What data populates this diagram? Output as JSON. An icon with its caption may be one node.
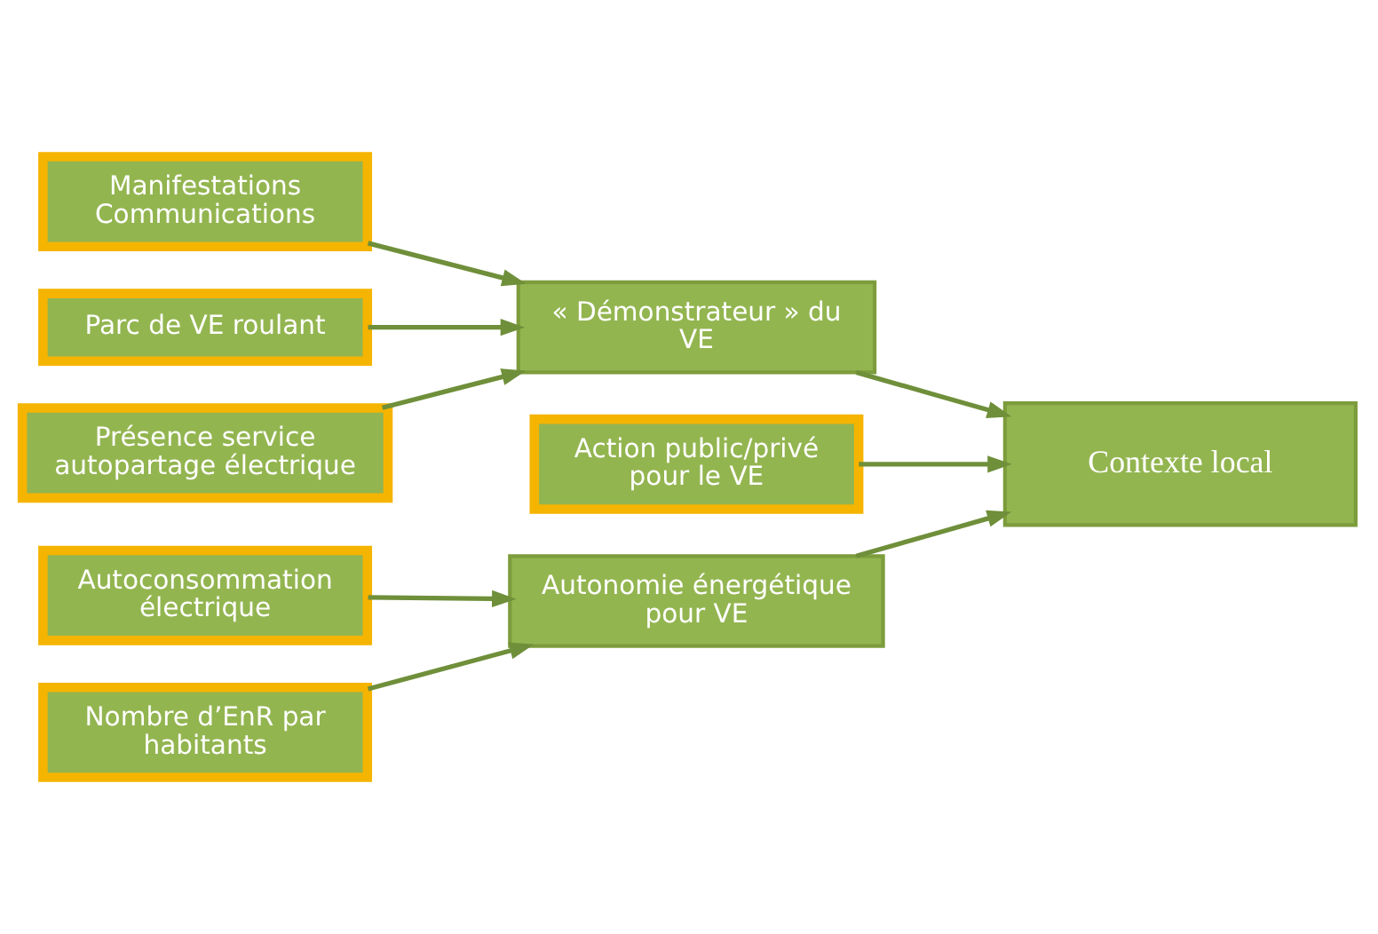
{
  "diagram": {
    "nodes": [
      {
        "text": [
          "Manifestations Communications"
        ]
      },
      {
        "text": [
          "Parc de VE roulant"
        ]
      },
      {
        "text": [
          "Présence service autopartage électrique"
        ]
      },
      {
        "text": [
          "« Démonstrateur » du VE"
        ]
      },
      {
        "text": [
          "Action public/privé pour le VE"
        ]
      },
      {
        "text": [
          "Autonomie énergétique pour VE"
        ]
      },
      {
        "text": [
          "Contexte local"
        ]
      },
      {
        "text": [
          "Autoconsommation électrique"
        ]
      },
      {
        "text": [
          "Nombre d’EnR par habitants"
        ]
      }
    ],
    "edges": [
      {
        "from": 0,
        "to": 3,
        "arrow": "to"
      },
      {
        "from": 1,
        "to": 3,
        "arrow": "to"
      },
      {
        "from": 2,
        "to": 3,
        "arrow": "to"
      },
      {
        "from": 3,
        "to": 6,
        "arrow": "to"
      },
      {
        "from": 4,
        "to": 6,
        "arrow": "to"
      },
      {
        "from": 5,
        "to": 6,
        "arrow": "to"
      },
      {
        "from": 7,
        "to": 5,
        "arrow": "to"
      },
      {
        "from": 8,
        "to": 5,
        "arrow": "to"
      }
    ]
  }
}
